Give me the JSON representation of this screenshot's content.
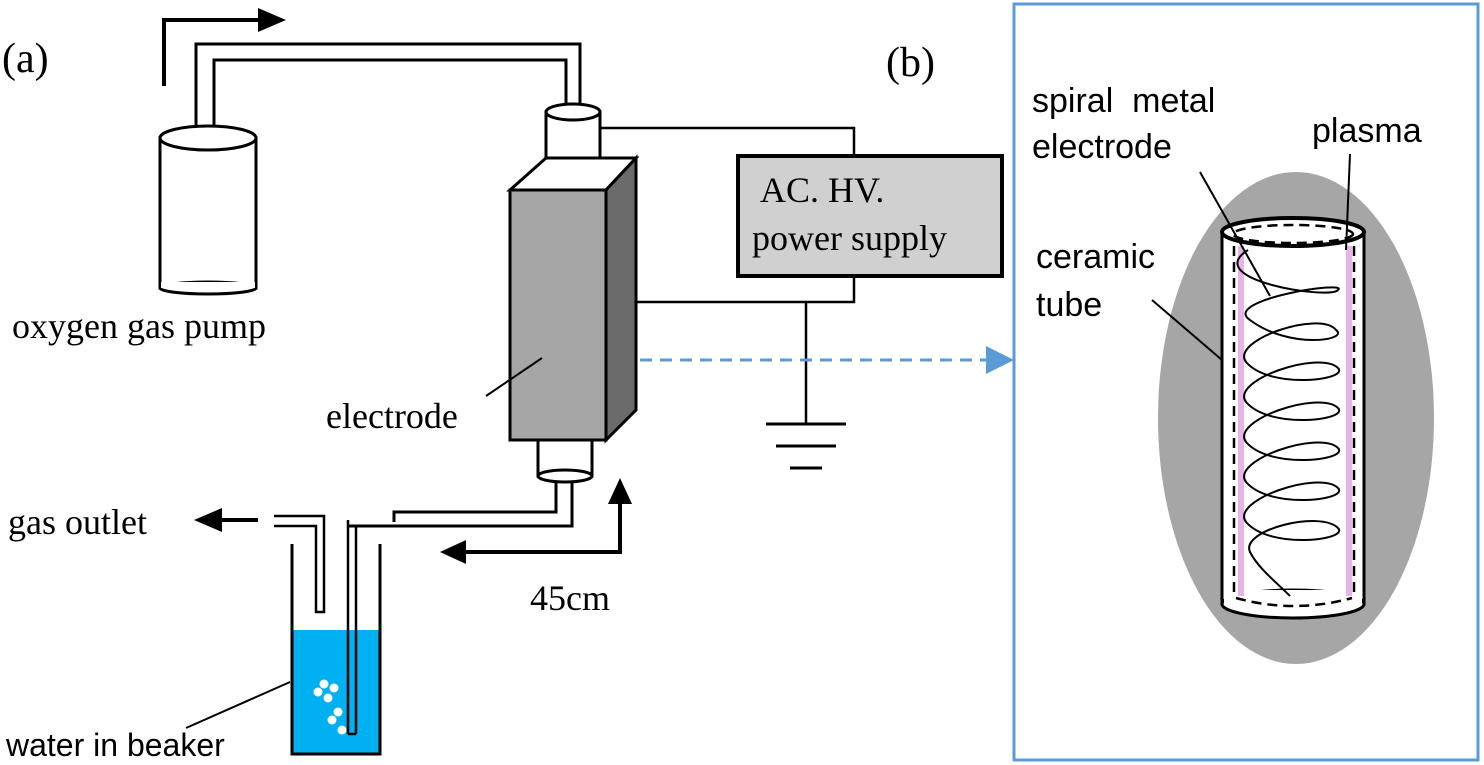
{
  "panel_a": {
    "label": "(a)",
    "pump_label": "oxygen gas pump",
    "electrode_label": "electrode",
    "power_supply_line1": "AC. HV.",
    "power_supply_line2": "power supply",
    "gas_outlet_label": "gas outlet",
    "distance_label": "45cm",
    "beaker_label": "water in beaker"
  },
  "panel_b": {
    "label": "(b)",
    "spiral_label_line1": "spiral  metal",
    "spiral_label_line2": "electrode",
    "plasma_label": "plasma",
    "ceramic_label_line1": "ceramic",
    "ceramic_label_line2": "tube"
  },
  "colors": {
    "electrode_body": "#a6a6a6",
    "electrode_side": "#6b6b6b",
    "power_supply_fill": "#d0d0d0",
    "water": "#00b0f0",
    "zoom_arrow": "#5b9bd5",
    "panel_b_border": "#5b9bd5",
    "plasma_ellipse": "#a6a6a6",
    "plasma_glow": "#e8b4e8"
  }
}
